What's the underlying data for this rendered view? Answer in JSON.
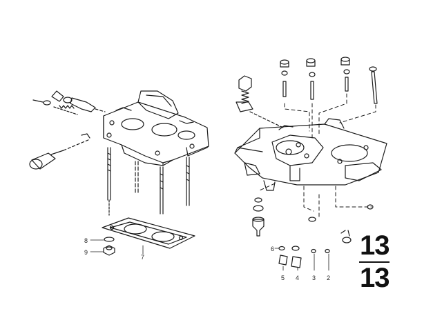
{
  "diagram": {
    "callouts": {
      "c2": "2",
      "c3": "3",
      "c4": "4",
      "c5": "5",
      "c6": "6",
      "c7": "7",
      "c8": "8",
      "c9": "9"
    },
    "page_number": {
      "top": "13",
      "bottom": "13"
    }
  }
}
